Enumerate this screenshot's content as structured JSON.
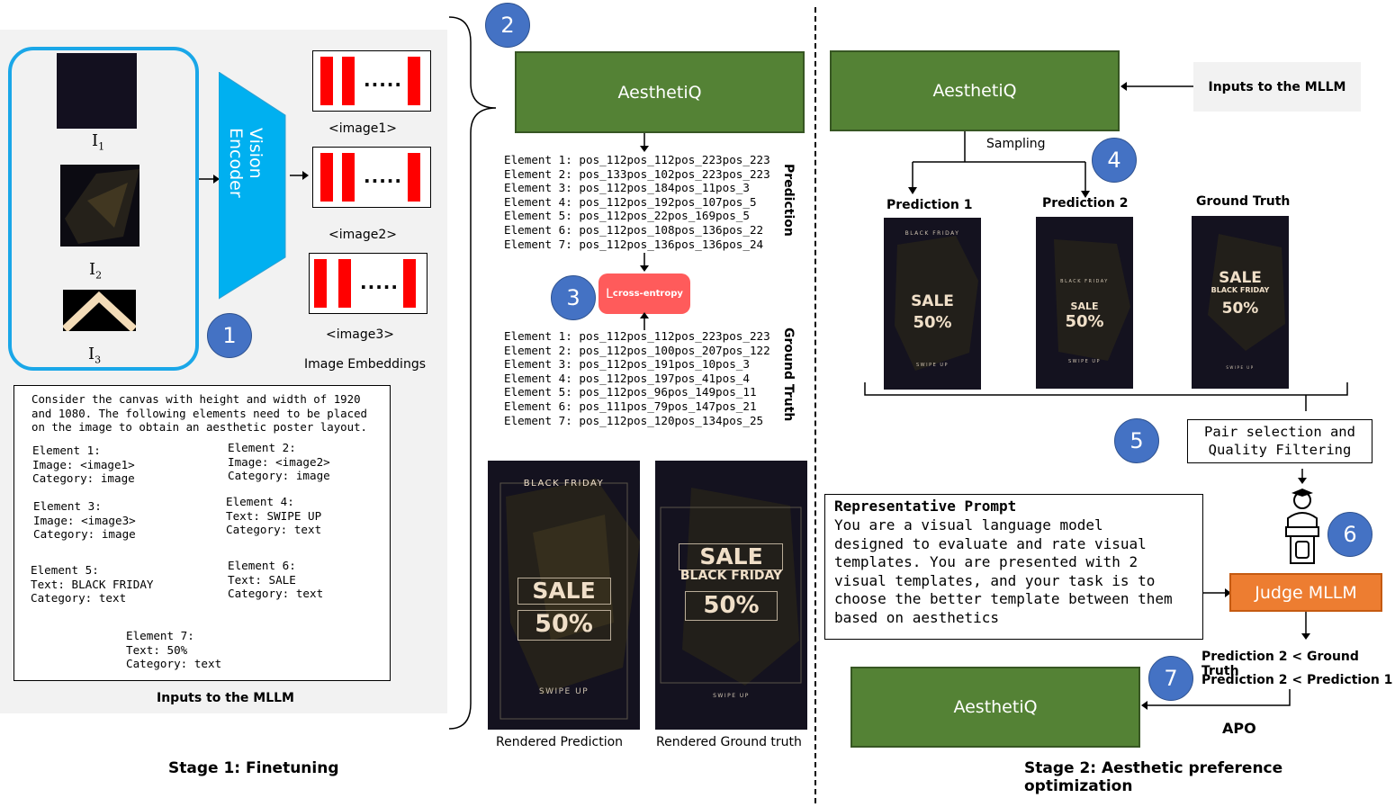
{
  "stage1": {
    "title": "Stage 1: Finetuning",
    "image_labels": [
      "I",
      "1",
      "I",
      "2",
      "I",
      "3"
    ],
    "encoder_label": "Vision Encoder",
    "embedding_dots": ".....",
    "embedding_labels": [
      "<image1>",
      "<image2>",
      "<image3>"
    ],
    "embeddings_caption": "Image Embeddings",
    "prompt_intro": "Consider the canvas with height and width of 1920\nand 1080. The following elements need to be placed\non the image to obtain an aesthetic poster layout.",
    "elements": [
      "Element 1:\nImage: <image1>\nCategory: image",
      "Element 2:\nImage: <image2>\nCategory: image",
      "Element 3:\nImage: <image3>\nCategory: image",
      "Element 4:\nText: SWIPE UP\nCategory: text",
      "Element 5:\nText: BLACK FRIDAY\nCategory: text",
      "Element 6:\nText: SALE\nCategory: text",
      "Element 7:\nText: 50%\nCategory: text"
    ],
    "inputs_caption": "Inputs to the MLLM",
    "model_name": "AesthetiQ",
    "prediction_label": "Prediction",
    "ground_truth_label": "Ground Truth",
    "prediction_lines": [
      "Element 1: pos_112pos_112pos_223pos_223",
      "Element 2: pos_133pos_102pos_223pos_223",
      "Element 3: pos_112pos_184pos_11pos_3",
      "Element 4: pos_112pos_192pos_107pos_5",
      "Element 5: pos_112pos_22pos_169pos_5",
      "Element 6: pos_112pos_108pos_136pos_22",
      "Element 7: pos_112pos_136pos_136pos_24"
    ],
    "ground_truth_lines": [
      "Element 1: pos_112pos_112pos_223pos_223",
      "Element 2: pos_112pos_100pos_207pos_122",
      "Element 3: pos_112pos_191pos_10pos_3",
      "Element 4: pos_112pos_197pos_41pos_4",
      "Element 5: pos_112pos_96pos_149pos_11",
      "Element 6: pos_111pos_79pos_147pos_21",
      "Element 7: pos_112pos_120pos_134pos_25"
    ],
    "loss_label": "L",
    "loss_subscript": "cross-entropy",
    "rendered_prediction_caption": "Rendered Prediction",
    "rendered_gt_caption": "Rendered Ground truth"
  },
  "stage2": {
    "title": "Stage 2: Aesthetic preference optimization",
    "model_name": "AesthetiQ",
    "inputs_label": "Inputs to the MLLM",
    "sampling_label": "Sampling",
    "prediction1_label": "Prediction 1",
    "prediction2_label": "Prediction 2",
    "ground_truth_label": "Ground Truth",
    "pair_selection": "Pair selection and\nQuality Filtering",
    "prompt_title": "Representative Prompt",
    "prompt_body": "You are a visual language model\ndesigned to evaluate and rate visual\ntemplates. You are presented with 2\nvisual templates, and your task is to\nchoose the better template between them\nbased on aesthetics",
    "judge_label": "Judge MLLM",
    "ranking_1": "Prediction 2 < Ground Truth",
    "ranking_2": "Prediction 2 < Prediction 1",
    "apo_label": "APO",
    "model_name_2": "AesthetiQ"
  },
  "poster_text": {
    "black_friday": "BLACK FRIDAY",
    "sale": "SALE",
    "percent": "50%",
    "swipe_up": "SWIPE UP"
  },
  "step_numbers": [
    "1",
    "2",
    "3",
    "4",
    "5",
    "6",
    "7"
  ],
  "colors": {
    "green": "#548235",
    "blue_circle": "#4472c4",
    "vision_encoder": "#00b0f0",
    "loss_box": "#ff5b5b",
    "judge_box": "#ed7d31",
    "embedding_bar": "#ff0000"
  }
}
